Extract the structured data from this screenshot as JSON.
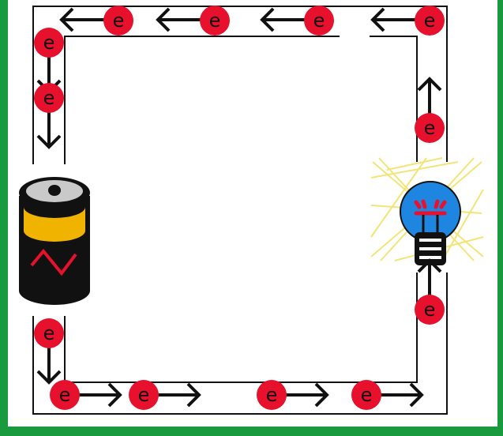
{
  "colors": {
    "frame": "#1a9a3e",
    "background": "#ffffff",
    "wire": "#111111",
    "electron": "#e8112d",
    "battery_cap": "#f0b400",
    "battery_body": "#111111",
    "battery_symbol": "#e8112d",
    "bulb_glass": "#1e86e0",
    "bulb_glow": "#f2e26a",
    "bulb_filament": "#e8112d"
  },
  "icons": {
    "battery": "battery-icon",
    "bulb": "lit-bulb-icon",
    "arrow": "arrow-icon"
  },
  "electron": {
    "symbol": "e"
  },
  "circuit": {
    "flow_direction": "counterclockwise",
    "components": [
      "battery",
      "bulb"
    ]
  }
}
